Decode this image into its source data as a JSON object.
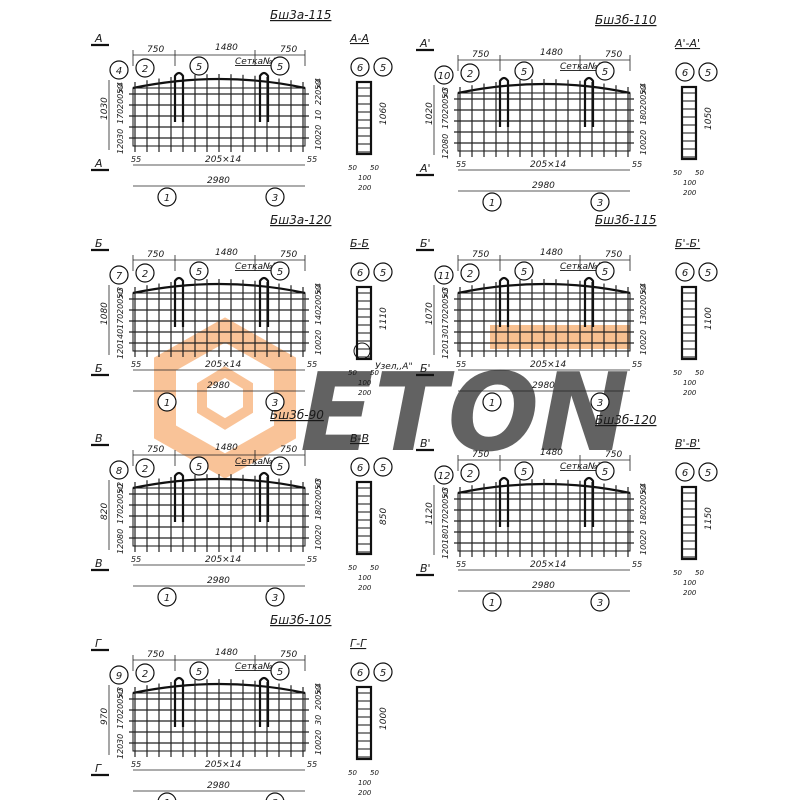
{
  "watermark": {
    "text": "ETON",
    "brand_color": "#f5a25d",
    "text_color": "#b3b3b3"
  },
  "panels": [
    {
      "title": "Бш3а-115",
      "section": "А-А",
      "mark_left": "А",
      "mark_bottom": "А",
      "mesh": "Сетка№1",
      "mesh_left_tag": "4",
      "mesh_tag": "2",
      "frame_tag": "6",
      "height": "1030",
      "left_dims": [
        "50",
        "200×4",
        "170",
        "30",
        "120"
      ],
      "right_dims": [
        "50",
        "220×4",
        "10",
        "20",
        "100"
      ],
      "side_height": "1060",
      "node": ""
    },
    {
      "title": "Бш3б-110",
      "section": "А'-А'",
      "mark_left": "А'",
      "mark_bottom": "А'",
      "mesh": "Сетка№3",
      "mesh_left_tag": "10",
      "mesh_tag": "2",
      "frame_tag": "6",
      "height": "1020",
      "left_dims": [
        "50",
        "200×3",
        "170",
        "80",
        "120"
      ],
      "right_dims": [
        "50",
        "200×4",
        "180",
        "20",
        "100"
      ],
      "side_height": "1050",
      "node": ""
    },
    {
      "title": "Бш3а-120",
      "section": "Б-Б",
      "mark_left": "Б",
      "mark_bottom": "Б",
      "mesh": "Сетка№2",
      "mesh_left_tag": "7",
      "mesh_tag": "2",
      "frame_tag": "6",
      "height": "1080",
      "left_dims": [
        "50",
        "200×3",
        "170",
        "140",
        "120"
      ],
      "right_dims": [
        "50",
        "200×4",
        "140",
        "20",
        "100"
      ],
      "side_height": "1110",
      "node": "Узел,,А\""
    },
    {
      "title": "Бш3б-115",
      "section": "Б'-Б'",
      "mark_left": "Б'",
      "mark_bottom": "Б'",
      "mesh": "Сетка№5",
      "mesh_left_tag": "11",
      "mesh_tag": "2",
      "frame_tag": "6",
      "height": "1070",
      "left_dims": [
        "50",
        "200×3",
        "170",
        "130",
        "120"
      ],
      "right_dims": [
        "50",
        "200×4",
        "130",
        "20",
        "100"
      ],
      "side_height": "1100",
      "node": ""
    },
    {
      "title": "Бш3б-90",
      "section": "В-В",
      "mark_left": "В",
      "mark_bottom": "В",
      "mesh": "Сетка№3",
      "mesh_left_tag": "8",
      "mesh_tag": "2",
      "frame_tag": "6",
      "height": "820",
      "left_dims": [
        "50",
        "200×2",
        "170",
        "80",
        "120"
      ],
      "right_dims": [
        "50",
        "200×3",
        "180",
        "20",
        "100"
      ],
      "side_height": "850",
      "node": ""
    },
    {
      "title": "Бш3б-120",
      "section": "В'-В'",
      "mark_left": "В'",
      "mark_bottom": "В'",
      "mesh": "Сетка№7",
      "mesh_left_tag": "12",
      "mesh_tag": "2",
      "frame_tag": "6",
      "height": "1120",
      "left_dims": [
        "50",
        "200×3",
        "170",
        "180",
        "120"
      ],
      "right_dims": [
        "50",
        "200×4",
        "180",
        "20",
        "100"
      ],
      "side_height": "1150",
      "node": ""
    },
    {
      "title": "Бш3б-105",
      "section": "Г-Г",
      "mark_left": "Г",
      "mark_bottom": "Г",
      "mesh": "Сетка№4",
      "mesh_left_tag": "9",
      "mesh_tag": "2",
      "frame_tag": "6",
      "height": "970",
      "left_dims": [
        "50",
        "200×3",
        "170",
        "30",
        "120"
      ],
      "right_dims": [
        "50",
        "200×4",
        "30",
        "20",
        "100"
      ],
      "side_height": "1000",
      "node": ""
    }
  ],
  "common": {
    "left_span": "750",
    "mid_span": "1480",
    "right_span": "750",
    "bar_tag": "5",
    "grid_spacing": "205×14",
    "total_length": "2980",
    "edge_left": "55",
    "edge_right": "55",
    "axis_1": "1",
    "axis_3": "3",
    "side_bottom_a": "50",
    "side_bottom_b": "50",
    "side_bottom_c": "100",
    "side_bottom_d": "200"
  }
}
